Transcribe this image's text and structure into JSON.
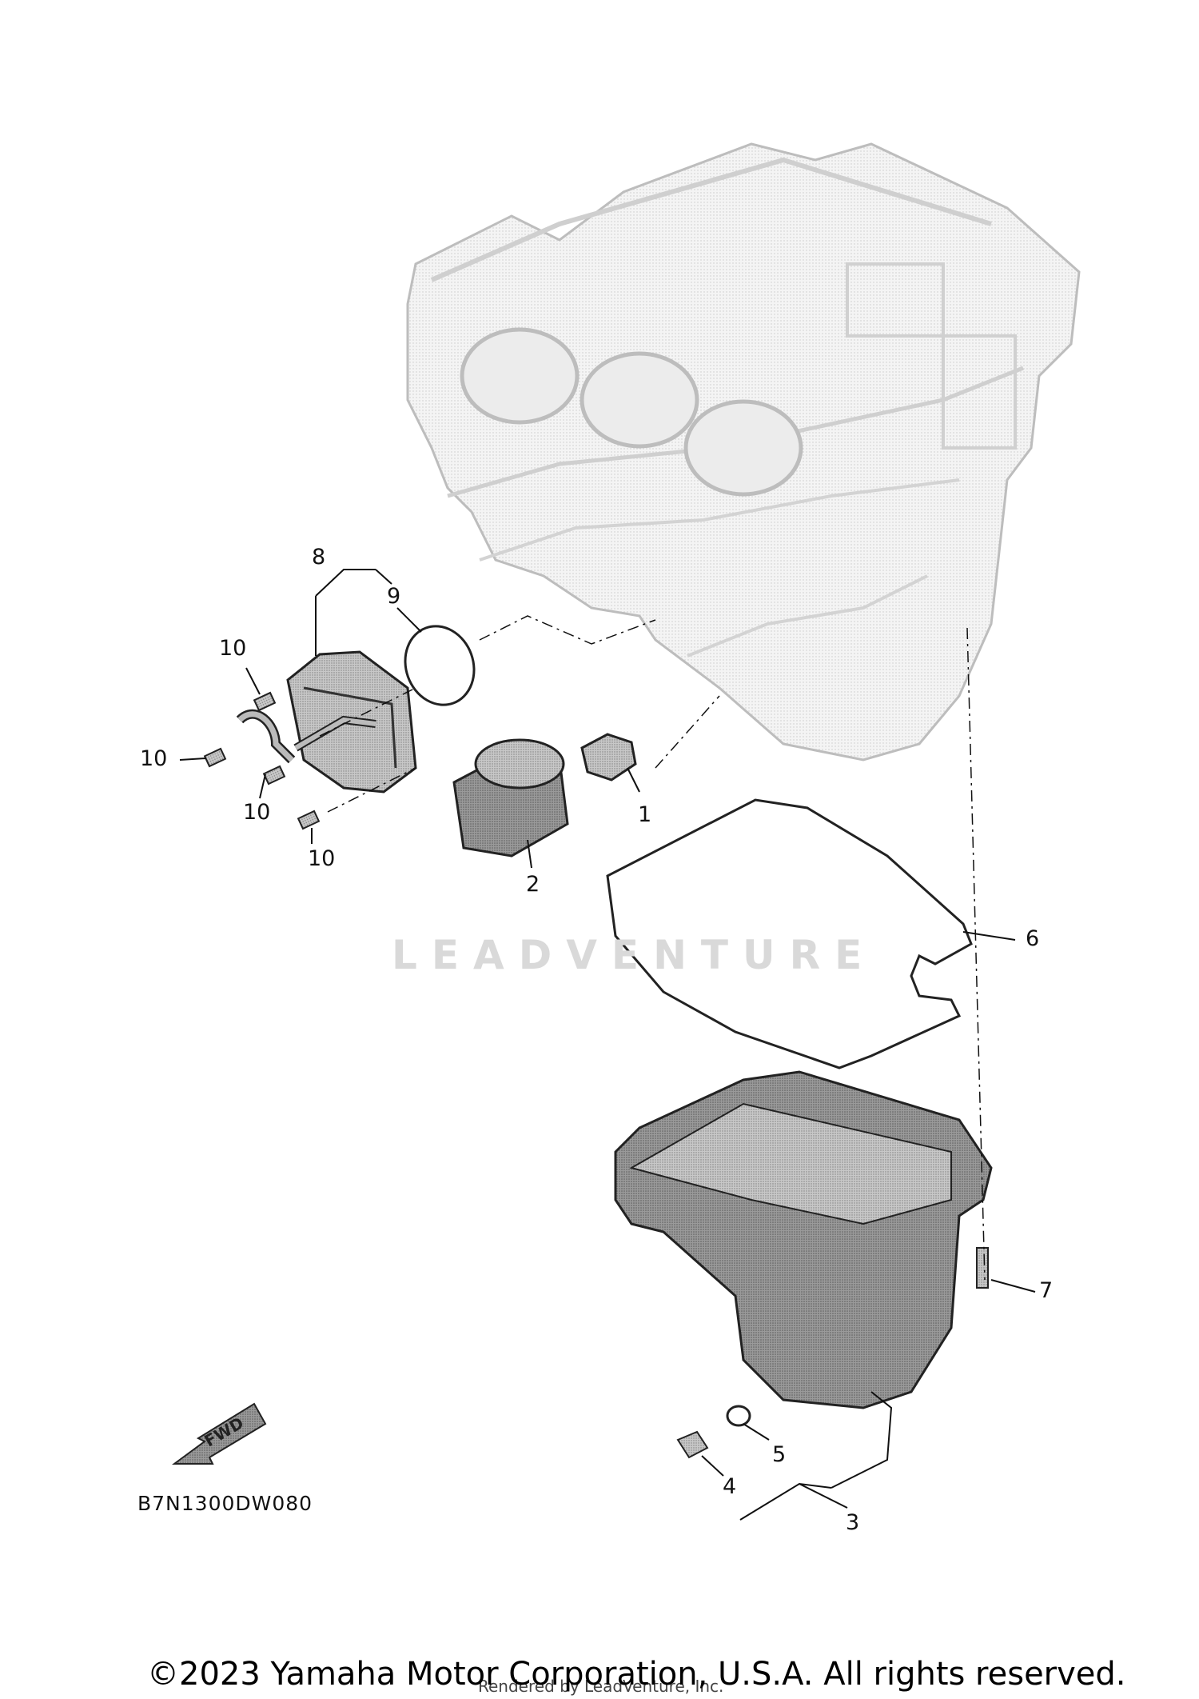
{
  "diagram": {
    "code": "B7N1300DW080",
    "direction_label": "FWD",
    "watermark": "LEADVENTURE",
    "rendered_by": "Rendered by LeadVenture, Inc.",
    "copyright": "©2023 Yamaha Motor Corporation, U.S.A. All rights reserved.",
    "callouts": {
      "c1": "1",
      "c2": "2",
      "c3": "3",
      "c4": "4",
      "c5": "5",
      "c6": "6",
      "c7": "7",
      "c8": "8",
      "c9": "9",
      "c10a": "10",
      "c10b": "10",
      "c10c": "10",
      "c10d": "10"
    }
  }
}
